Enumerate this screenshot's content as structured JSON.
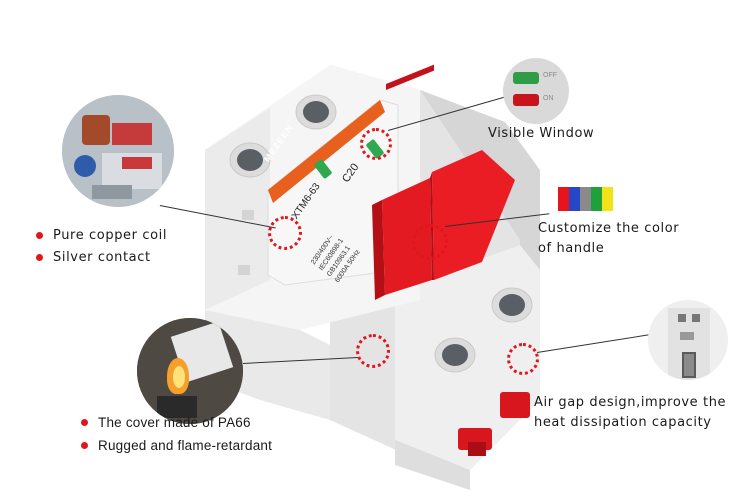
{
  "product": {
    "brand": "MEZEEN",
    "model": "XTM6-63",
    "rating": "C20",
    "specs": [
      "230/400V~",
      "IEC60898-1",
      "GB10963.1",
      "6000A 50Hz"
    ]
  },
  "window_inset": {
    "off_label": "OFF",
    "on_label": "ON"
  },
  "features": {
    "visible_window": "Visible Window",
    "handle_color_line1": "Customize the color",
    "handle_color_line2": "of handle",
    "coil": "Pure copper coil",
    "contact": "Silver contact",
    "cover": "The cover made of PA66",
    "flame": "Rugged and flame-retardant",
    "air_gap_line1": "Air gap design,improve the",
    "air_gap_line2": "heat dissipation capacity"
  },
  "handle_colors": [
    "#e8141c",
    "#2746c8",
    "#8a8a8a",
    "#1fa03a",
    "#f2e21a"
  ],
  "accent_color": "#e0161e"
}
